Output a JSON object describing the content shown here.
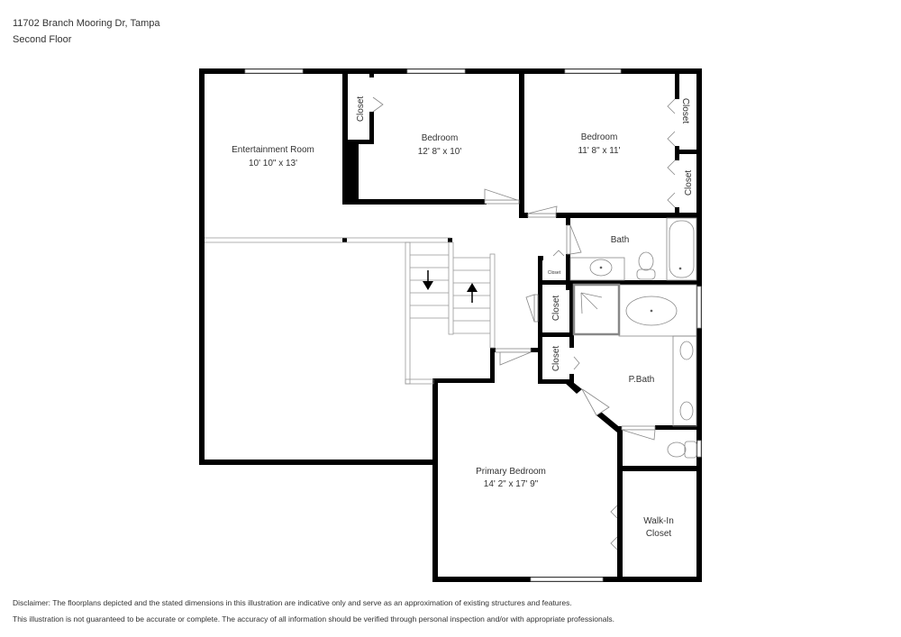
{
  "header": {
    "address": "11702 Branch Mooring Dr, Tampa",
    "floor": "Second Floor"
  },
  "rooms": {
    "entertainment": {
      "name": "Entertainment Room",
      "dims": "10' 10\" x 13'"
    },
    "bedroom1": {
      "name": "Bedroom",
      "dims": "12' 8\" x 10'"
    },
    "bedroom2": {
      "name": "Bedroom",
      "dims": "11' 8\" x 11'"
    },
    "bath": {
      "name": "Bath"
    },
    "pbath": {
      "name": "P.Bath"
    },
    "primary": {
      "name": "Primary Bedroom",
      "dims": "14' 2\" x 17' 9\""
    },
    "walkin": {
      "line1": "Walk-In",
      "line2": "Closet"
    },
    "closet_label": "Closet",
    "closet_small": "Closet"
  },
  "disclaimer": {
    "line1": "Disclaimer: The floorplans depicted and the stated dimensions in this illustration are indicative only and serve as an approximation of existing structures and features.",
    "line2": "This illustration is not guaranteed to be accurate or complete. The accuracy of all information should be verified through personal inspection and/or with appropriate professionals."
  },
  "colors": {
    "wall": "#000000",
    "fixture": "#888888",
    "text": "#333333"
  }
}
